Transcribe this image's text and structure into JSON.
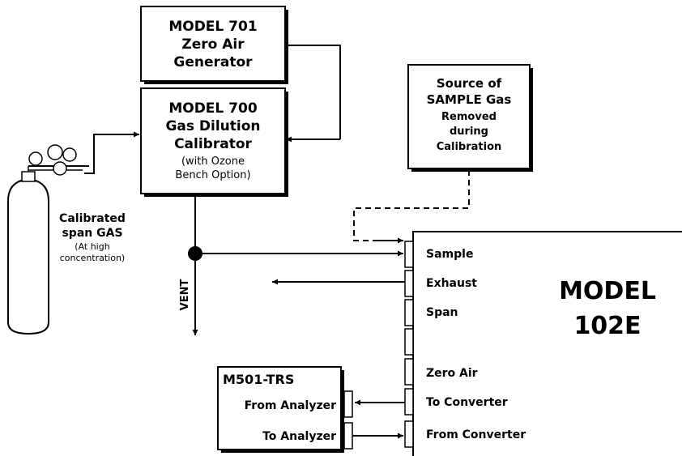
{
  "m701": {
    "line1": "MODEL 701",
    "line2": "Zero Air",
    "line3": "Generator"
  },
  "m700": {
    "line1": "MODEL 700",
    "line2": "Gas Dilution",
    "line3": "Calibrator",
    "line4": "(with Ozone",
    "line5": "Bench Option)"
  },
  "source": {
    "line1": "Source of",
    "line2": "SAMPLE Gas",
    "line3": "Removed",
    "line4": "during",
    "line5": "Calibration"
  },
  "cylinder": {
    "line1": "Calibrated",
    "line2": "span GAS",
    "line3": "(At high",
    "line4": "concentration)"
  },
  "vent": "VENT",
  "m102e": {
    "title1": "MODEL",
    "title2": "102E",
    "ports": [
      "Sample",
      "Exhaust",
      "Span",
      "",
      "Zero Air",
      "To  Converter",
      "From Converter"
    ]
  },
  "m501": {
    "title": "M501-TRS",
    "from_analyzer": "From Analyzer",
    "to_analyzer": "To Analyzer"
  }
}
